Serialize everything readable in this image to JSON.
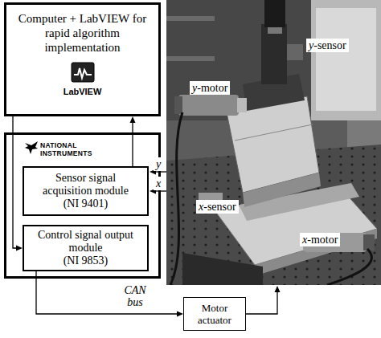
{
  "diagram": {
    "nodes": [
      {
        "text": [
          "Computer + LabVIEW for rapid algorithm implementation",
          "LabVIEW"
        ]
      },
      {
        "text": [
          "NATIONAL INSTRUMENTS"
        ]
      },
      {
        "text": [
          "Sensor signal acquisition module",
          "(NI 9401)"
        ],
        "in": 1
      },
      {
        "text": [
          "Control signal output module",
          "(NI 9853)"
        ],
        "in": 1
      },
      {
        "text": [
          "Motor actuator"
        ]
      }
    ],
    "edges": [
      {
        "from": 2,
        "to": 0,
        "arrow": "to"
      },
      {
        "from": 0,
        "to": 3,
        "arrow": "to"
      },
      {
        "from": 3,
        "to": 4,
        "label": "CAN bus",
        "arrow": "to"
      }
    ],
    "labels": [
      "y-sensor",
      "y-motor",
      "y",
      "x",
      "x-sensor",
      "x-motor"
    ]
  }
}
